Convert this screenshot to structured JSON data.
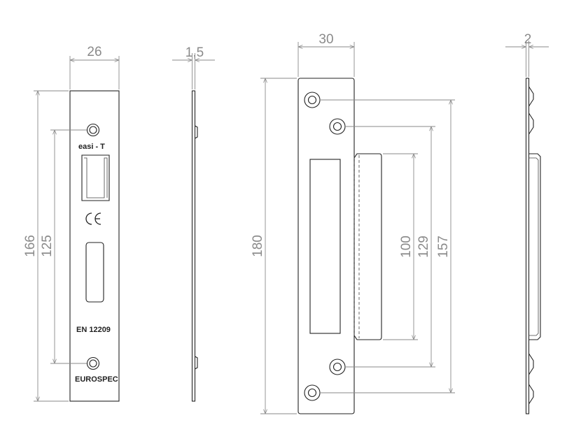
{
  "dimensions": {
    "front_width": "26",
    "front_height": "166",
    "hole_spacing": "125",
    "edge_thickness": "1,5",
    "keep_width": "30",
    "keep_height": "180",
    "keep_inner": "100",
    "keep_mid": "129",
    "keep_outer": "157",
    "keep_thickness": "2"
  },
  "markings": {
    "brand": "easi - T",
    "ce": "CE",
    "standard": "EN 12209",
    "maker": "EUROSPEC"
  },
  "colors": {
    "outline": "#222222",
    "dimension": "#8a8a8a"
  }
}
